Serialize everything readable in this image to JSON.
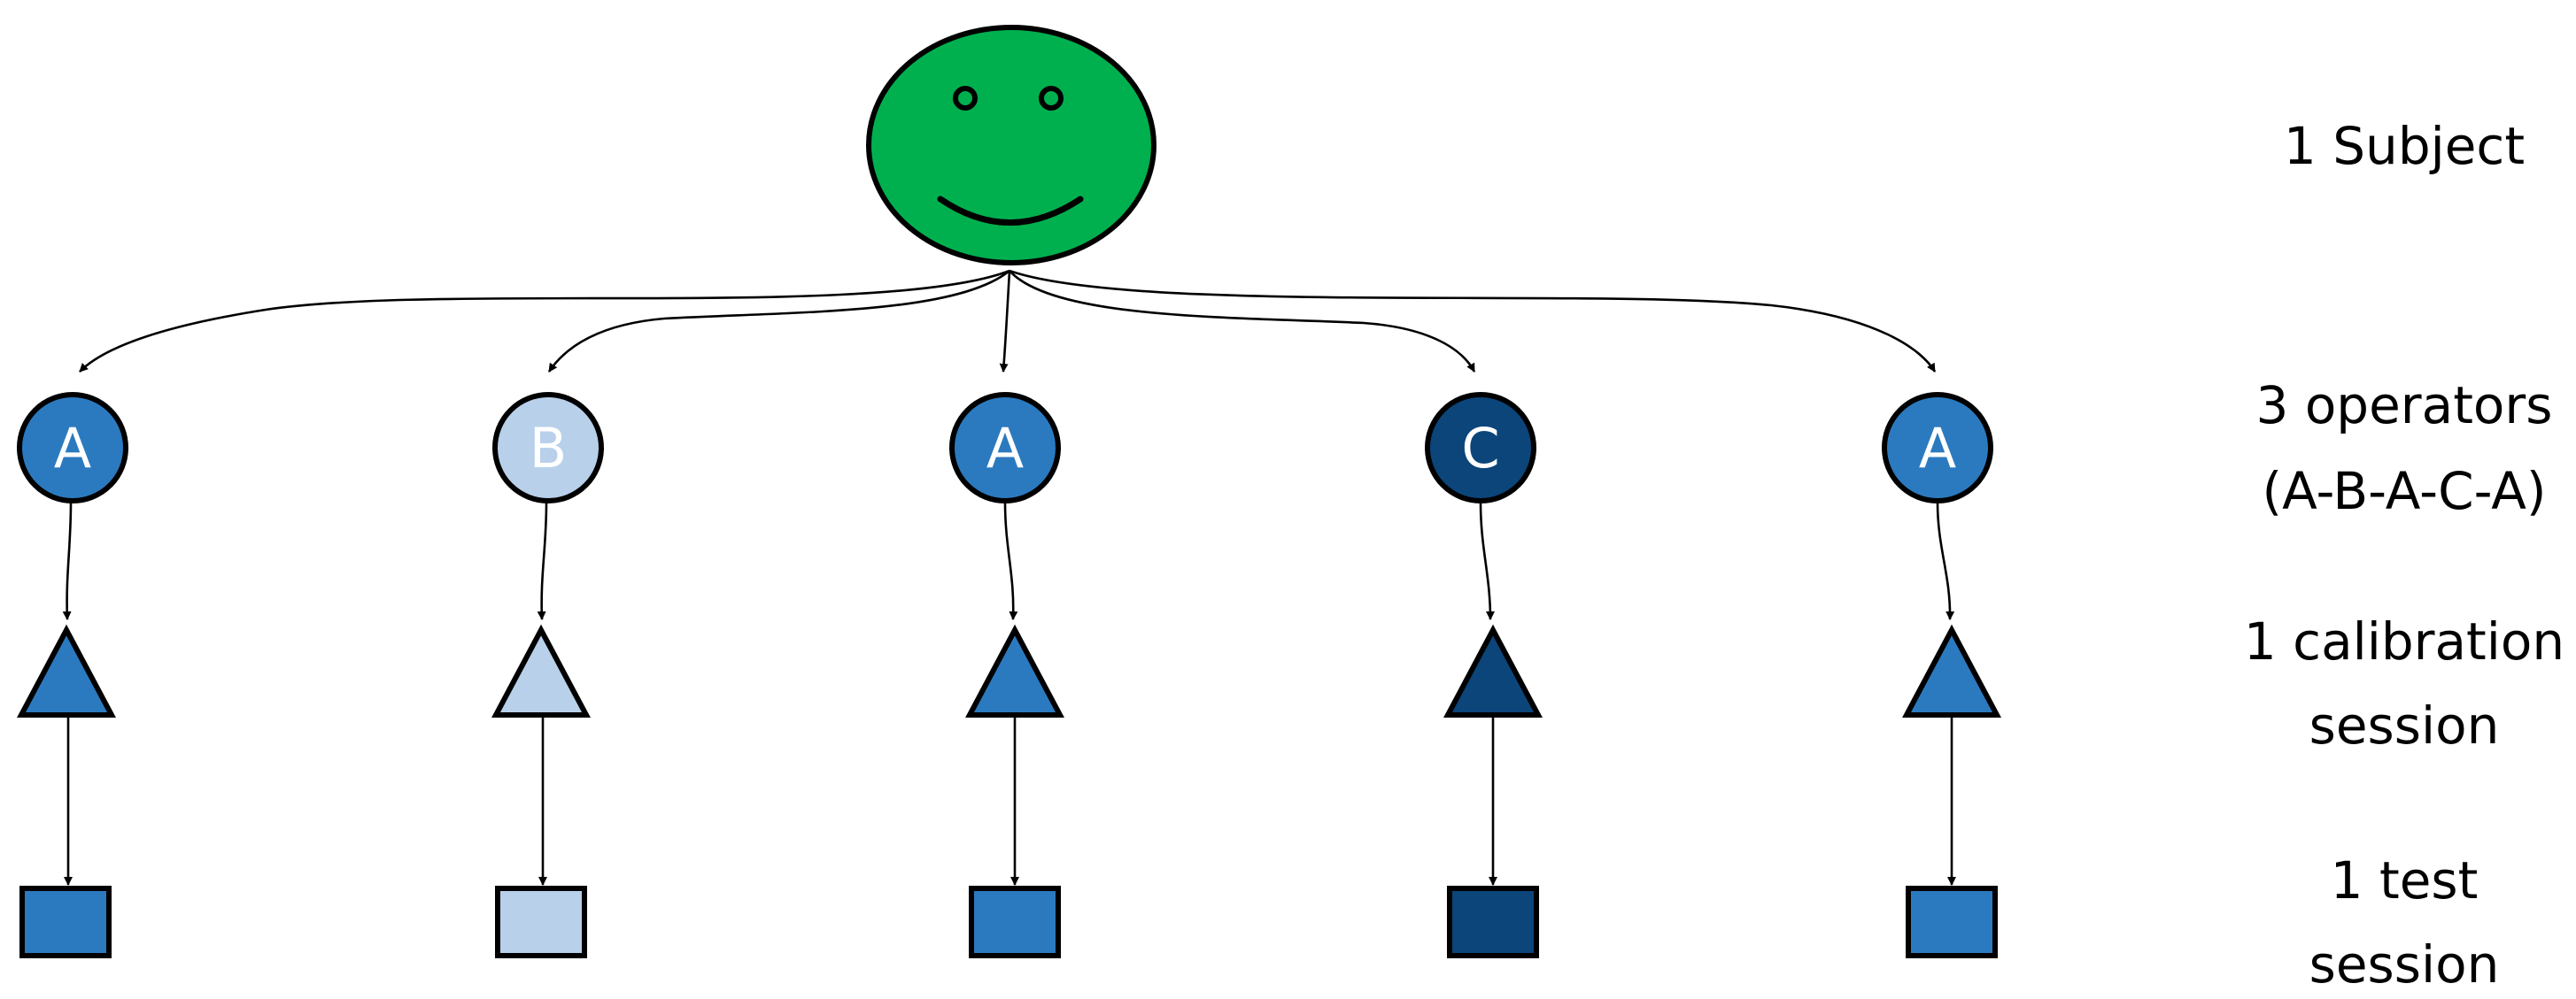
{
  "subject": {
    "icon": "smiley-face-icon",
    "fill": "#00B04F"
  },
  "colors": {
    "A": "#2B7ABF",
    "B": "#B8D0EA",
    "C": "#0B457A",
    "outline": "#000000"
  },
  "columns": [
    {
      "operator": "A",
      "label_color": "#ffffff"
    },
    {
      "operator": "B",
      "label_color": "#ffffff"
    },
    {
      "operator": "A",
      "label_color": "#ffffff"
    },
    {
      "operator": "C",
      "label_color": "#ffffff"
    },
    {
      "operator": "A",
      "label_color": "#ffffff"
    }
  ],
  "row_labels": {
    "subject": [
      "1 Subject"
    ],
    "operators": [
      "3 operators",
      "(A-B-A-C-A)"
    ],
    "calibration": [
      "1 calibration",
      "session"
    ],
    "test": [
      "1 test",
      "session"
    ]
  }
}
